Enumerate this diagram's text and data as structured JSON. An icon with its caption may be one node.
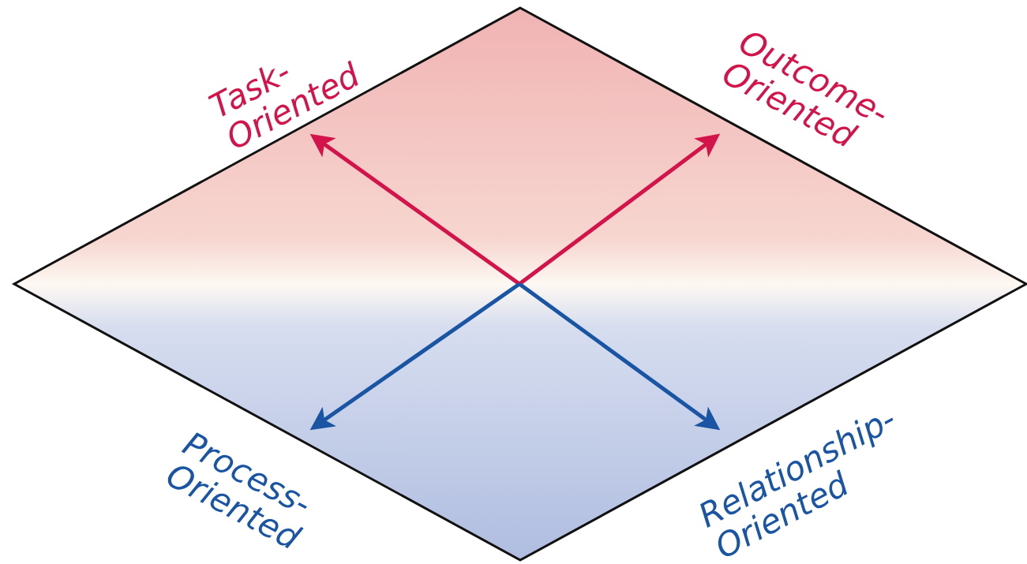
{
  "diagram": {
    "nodes": [
      {
        "text": [],
        "shape": "diamond"
      },
      {
        "text": [
          "Task- Oriented"
        ]
      },
      {
        "text": [
          "Outcome- Oriented"
        ]
      },
      {
        "text": [
          "Process- Oriented"
        ]
      },
      {
        "text": [
          "Relationship- Oriented"
        ]
      }
    ],
    "edges": [
      {
        "from": 0,
        "to": 1,
        "arrow": "to",
        "color": "#d3144a"
      },
      {
        "from": 0,
        "to": 2,
        "arrow": "to",
        "color": "#d3144a"
      },
      {
        "from": 0,
        "to": 3,
        "arrow": "to",
        "color": "#1a55a3"
      },
      {
        "from": 0,
        "to": 4,
        "arrow": "to",
        "color": "#1a55a3"
      }
    ]
  }
}
